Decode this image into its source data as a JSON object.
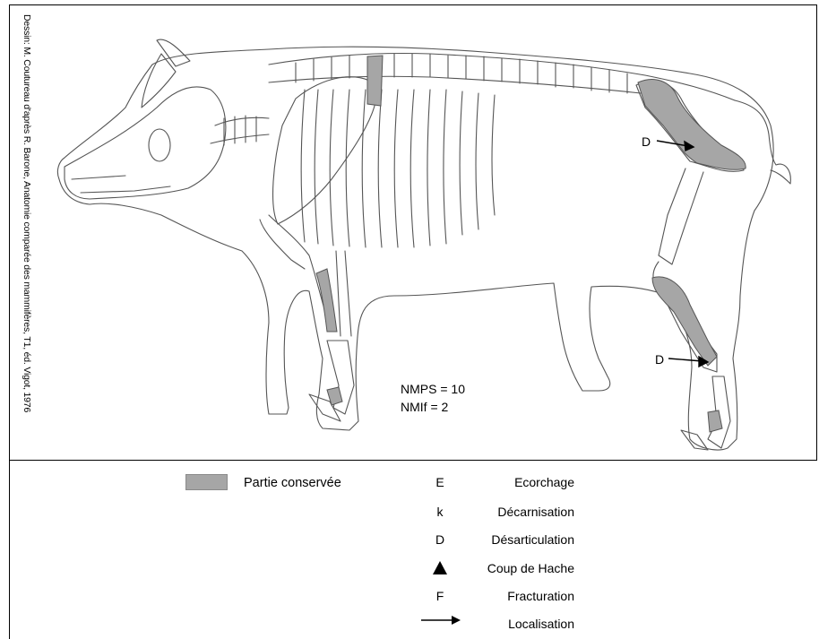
{
  "credit": "Dessin: M. Coutureau d'après R. Barone, Anatomie comparée des mammifères, T1, éd. Vigot, 1976",
  "counts": {
    "nmps": "NMPS = 10",
    "nmif": "NMIf = 2"
  },
  "annotations": {
    "upper": "D",
    "lower": "D"
  },
  "colors": {
    "preserved": "#a6a6a6",
    "outline": "#555555"
  },
  "legend": {
    "swatch_label": "Partie conservée",
    "items": [
      {
        "code": "E",
        "label": "Ecorchage"
      },
      {
        "code": "k",
        "label": "Décarnisation"
      },
      {
        "code": "D",
        "label": "Désarticulation"
      },
      {
        "code": "triangle-icon",
        "label": "Coup de Hache"
      },
      {
        "code": "F",
        "label": "Fracturation"
      },
      {
        "code": "arrow-icon",
        "label": "Localisation"
      }
    ]
  }
}
